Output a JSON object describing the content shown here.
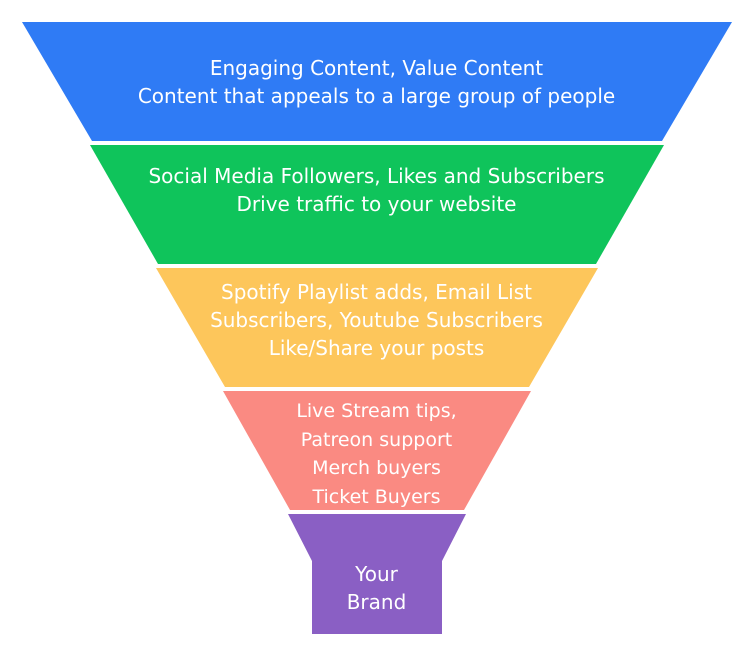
{
  "tiers": [
    {
      "lines": [
        "Engaging Content, Value Content",
        "Content that appeals to a large group of people"
      ],
      "color": "#2f7bf5"
    },
    {
      "lines": [
        "Social Media Followers, Likes and Subscribers",
        "Drive traffic to your website"
      ],
      "color": "#0fc45b"
    },
    {
      "lines": [
        "Spotify Playlist adds, Email List",
        "Subscribers, Youtube Subscribers",
        "Like/Share your posts"
      ],
      "color": "#fdc65b"
    },
    {
      "lines": [
        "Live Stream tips,",
        "Patreon support",
        "Merch buyers",
        "Ticket Buyers"
      ],
      "color": "#fa8a82"
    },
    {
      "lines": [
        "Your",
        "Brand"
      ],
      "color": "#8a5fc4"
    }
  ]
}
